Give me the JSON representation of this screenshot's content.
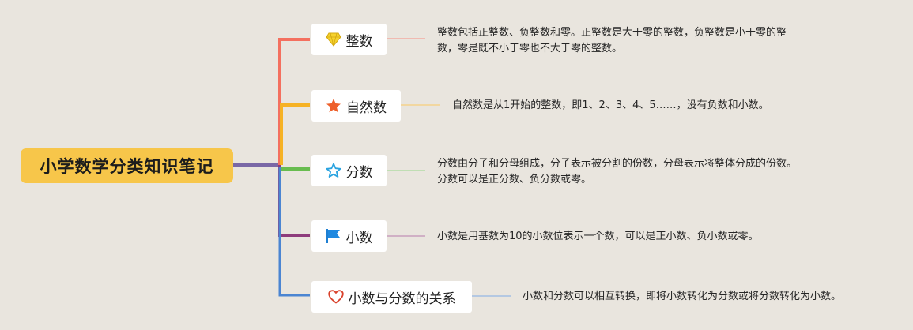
{
  "root": {
    "title": "小学数学分类知识笔记"
  },
  "topics": [
    {
      "label": "整数",
      "icon": "diamond-icon",
      "color": "#f4705f",
      "note_lines": [
        "整数包括正整数、负整数和零。正整数是大于零的整数，负整数是小于零的整",
        "数，零是既不小于零也不大于零的整数。"
      ]
    },
    {
      "label": "自然数",
      "icon": "star-filled-icon",
      "color": "#f6b224",
      "note_lines": [
        "自然数是从1开始的整数，即1、2、3、4、5……，没有负数和小数。"
      ]
    },
    {
      "label": "分数",
      "icon": "star-outline-icon",
      "color": "#68bc4f",
      "note_lines": [
        "分数由分子和分母组成，分子表示被分割的份数，分母表示将整体分成的份数。",
        "分数可以是正分数、负分数或零。"
      ]
    },
    {
      "label": "小数",
      "icon": "flag-icon",
      "color": "#8e3c7c",
      "note_lines": [
        "小数是用基数为10的小数位表示一个数，可以是正小数、负小数或零。"
      ]
    },
    {
      "label": "小数与分数的关系",
      "icon": "heart-icon",
      "color": "#4b85d2",
      "note_lines": [
        "小数和分数可以相互转换，即将小数转化为分数或将分数转化为小数。"
      ]
    }
  ],
  "connector_colors": {
    "root_link": "#7a68a6"
  }
}
